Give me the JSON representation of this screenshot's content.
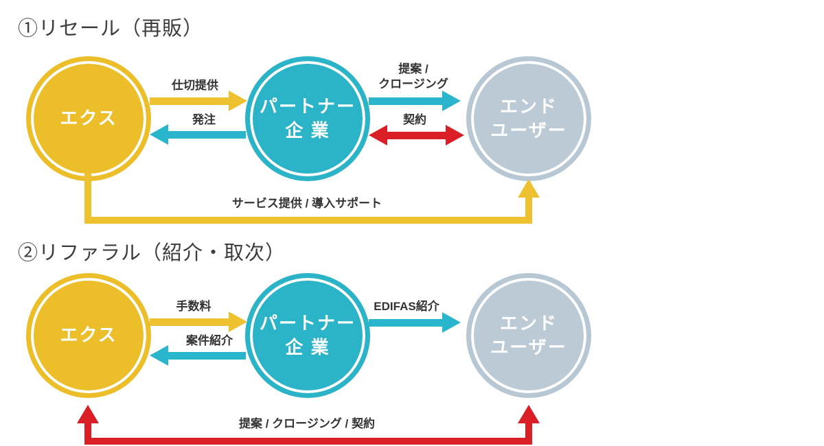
{
  "colors": {
    "gold": "#ecbf2a",
    "cyan": "#2bb3c7",
    "gray_blue": "#bccad6",
    "red": "#d91e26",
    "label_text": "#333333",
    "circle_text": "#ffffff",
    "title_text": "#3d3d3d"
  },
  "sections": [
    {
      "title": "①リセール（再販）",
      "nodes": {
        "exs": "エクス",
        "partner": "パートナー\n企 業",
        "enduser": "エンド\nユーザー"
      },
      "arrows": {
        "shikiri": "仕切提供",
        "hacchu": "発注",
        "teian": "提案 /\nクロージング",
        "keiyaku": "契約",
        "service": "サービス提供 / 導入サポート"
      }
    },
    {
      "title": "②リファラル（紹介・取次）",
      "nodes": {
        "exs": "エクス",
        "partner": "パートナー\n企 業",
        "enduser": "エンド\nユーザー"
      },
      "arrows": {
        "tesuryo": "手数料",
        "anken": "案件紹介",
        "edifas": "EDIFAS紹介",
        "teian_keiyaku": "提案 / クロージング / 契約"
      }
    }
  ]
}
